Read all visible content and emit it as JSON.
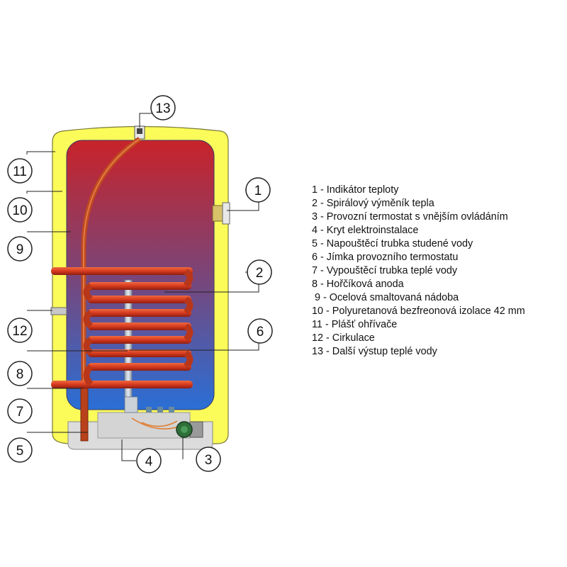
{
  "callouts": [
    {
      "n": "1"
    },
    {
      "n": "2"
    },
    {
      "n": "3"
    },
    {
      "n": "4"
    },
    {
      "n": "5"
    },
    {
      "n": "6"
    },
    {
      "n": "7"
    },
    {
      "n": "8"
    },
    {
      "n": "9"
    },
    {
      "n": "10"
    },
    {
      "n": "11"
    },
    {
      "n": "12"
    },
    {
      "n": "13"
    }
  ],
  "legend": [
    {
      "text": "1 - Indikátor teploty"
    },
    {
      "text": "2 - Spirálový výměník tepla"
    },
    {
      "text": "3 - Provozní termostat s vnějším ovládáním"
    },
    {
      "text": "4 - Kryt elektroinstalace"
    },
    {
      "text": "5 - Napouštěcí trubka studené vody"
    },
    {
      "text": "6 - Jímka provozního termostatu"
    },
    {
      "text": "7 - Vypouštěcí trubka teplé vody"
    },
    {
      "text": "8 - Hořčíková anoda"
    },
    {
      "text": " 9 - Ocelová smaltovaná nádoba"
    },
    {
      "text": "10 - Polyuretanová bezfreonová izolace 42 mm"
    },
    {
      "text": "11 - Plášť ohřívače"
    },
    {
      "text": "12 - Cirkulace"
    },
    {
      "text": "13 - Další výstup teplé vody"
    }
  ],
  "colors": {
    "insulation": "#fbfb5a",
    "tank_hot": "#c0262a",
    "tank_cold": "#2a6fd0",
    "coil": "#d63a1e",
    "pipe": "#c84e1e",
    "cover": "#d8d8d8"
  }
}
